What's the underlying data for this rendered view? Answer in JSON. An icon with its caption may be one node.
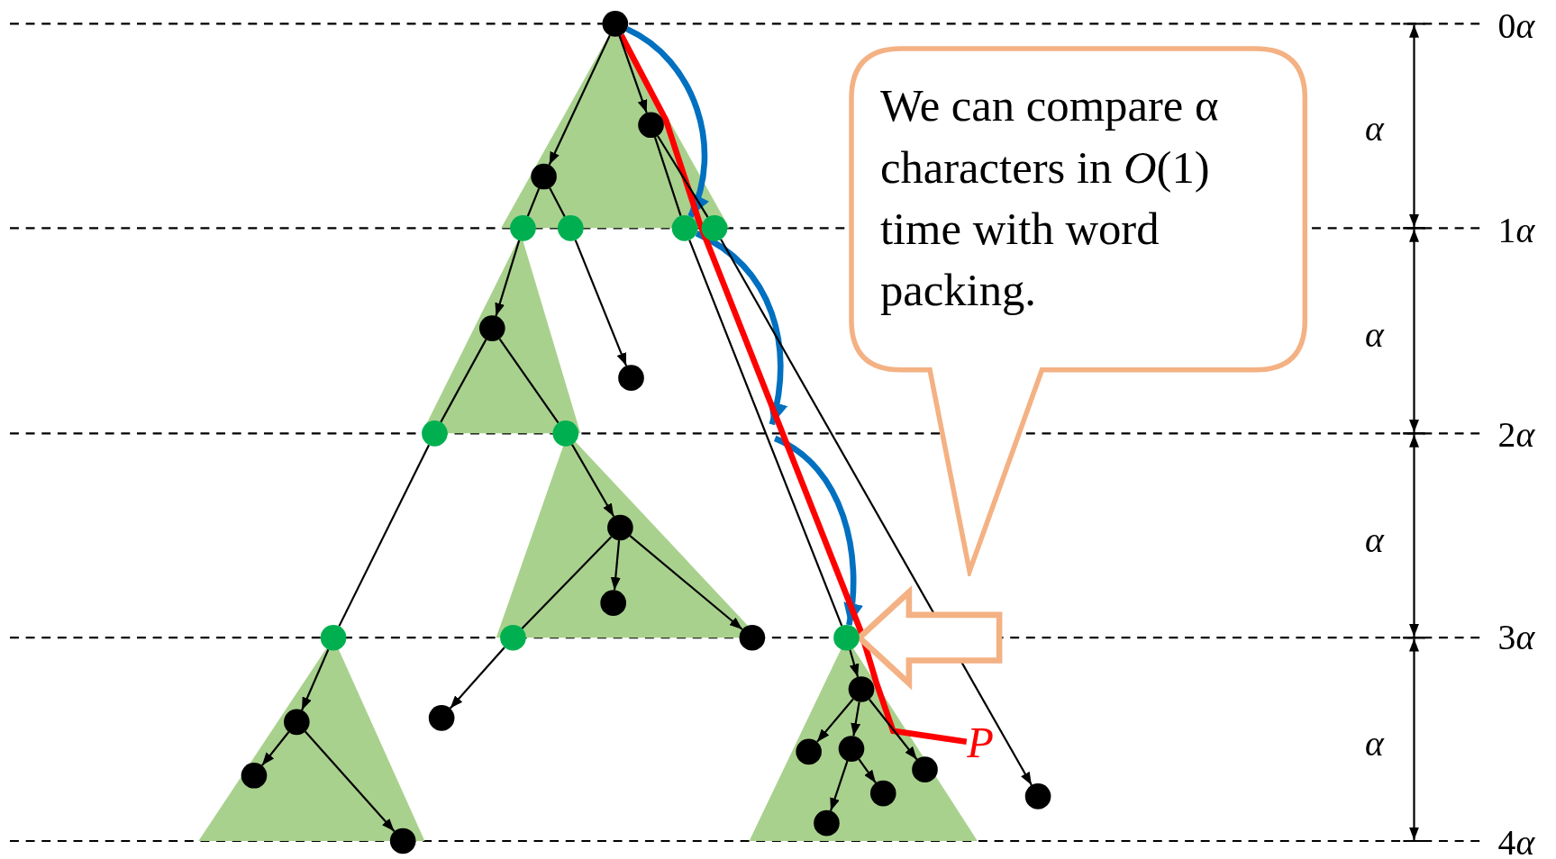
{
  "diagram": {
    "nodes": [
      {
        "text": [],
        "shape": "circle"
      },
      {
        "text": [],
        "shape": "circle"
      },
      {
        "text": [],
        "shape": "circle"
      },
      {
        "text": [],
        "shape": "circle"
      },
      {
        "text": [],
        "shape": "circle"
      },
      {
        "text": [],
        "shape": "circle"
      },
      {
        "text": [],
        "shape": "circle"
      },
      {
        "text": [],
        "shape": "circle"
      },
      {
        "text": [],
        "shape": "circle"
      },
      {
        "text": [],
        "shape": "circle"
      },
      {
        "text": [],
        "shape": "circle"
      },
      {
        "text": [],
        "shape": "circle"
      },
      {
        "text": [],
        "shape": "circle"
      },
      {
        "text": [],
        "shape": "circle"
      },
      {
        "text": [],
        "shape": "circle"
      },
      {
        "text": [],
        "shape": "circle"
      },
      {
        "text": [],
        "shape": "circle"
      },
      {
        "text": [],
        "shape": "circle"
      },
      {
        "text": [],
        "shape": "circle"
      },
      {
        "text": [],
        "shape": "circle"
      },
      {
        "text": [],
        "shape": "circle"
      },
      {
        "text": [],
        "shape": "circle"
      },
      {
        "text": [],
        "shape": "circle"
      },
      {
        "text": [],
        "shape": "circle"
      },
      {
        "text": [],
        "shape": "circle"
      },
      {
        "text": [],
        "shape": "circle"
      },
      {
        "text": [],
        "shape": "circle"
      },
      {
        "text": [],
        "shape": "circle"
      },
      {
        "text": [
          "We can compare α characters in *O*(1) time with word packing."
        ]
      },
      {
        "text": [
          "P"
        ]
      }
    ],
    "edges": [
      {
        "from": 0,
        "to": 1,
        "arrow": "to"
      },
      {
        "from": 0,
        "to": 2,
        "arrow": "to"
      },
      {
        "from": 1,
        "to": 5,
        "arrow": "none"
      },
      {
        "from": 1,
        "to": 6,
        "arrow": "none"
      },
      {
        "from": 2,
        "to": 3,
        "arrow": "none"
      },
      {
        "from": 2,
        "to": 4,
        "arrow": "none"
      },
      {
        "from": 3,
        "to": 7,
        "arrow": "to"
      },
      {
        "from": 4,
        "to": 8,
        "arrow": "to"
      },
      {
        "from": 7,
        "to": 9,
        "arrow": "none"
      },
      {
        "from": 7,
        "to": 10,
        "arrow": "none"
      },
      {
        "from": 9,
        "to": 13,
        "arrow": "none"
      },
      {
        "from": 10,
        "to": 11,
        "arrow": "to"
      },
      {
        "from": 11,
        "to": 12,
        "arrow": "to"
      },
      {
        "from": 11,
        "to": 14,
        "arrow": "none"
      },
      {
        "from": 11,
        "to": 15,
        "arrow": "to"
      },
      {
        "from": 14,
        "to": 18,
        "arrow": "to"
      },
      {
        "from": 13,
        "to": 19,
        "arrow": "to"
      },
      {
        "from": 19,
        "to": 20,
        "arrow": "to"
      },
      {
        "from": 19,
        "to": 27,
        "arrow": "to"
      },
      {
        "from": 5,
        "to": 16,
        "arrow": "none"
      },
      {
        "from": 16,
        "to": 17,
        "arrow": "to"
      },
      {
        "from": 17,
        "to": 21,
        "arrow": "to"
      },
      {
        "from": 17,
        "to": 22,
        "arrow": "to"
      },
      {
        "from": 17,
        "to": 23,
        "arrow": "to"
      },
      {
        "from": 22,
        "to": 26,
        "arrow": "to"
      },
      {
        "from": 22,
        "to": 24,
        "arrow": "to"
      },
      {
        "from": 6,
        "to": 25,
        "arrow": "to"
      },
      {
        "from": 0,
        "to": 5,
        "arrow": "to",
        "style": "thick",
        "color": "#0070c0"
      },
      {
        "from": 5,
        "to": null,
        "arrow": "to",
        "style": "thick",
        "color": "#0070c0"
      },
      {
        "from": null,
        "to": 16,
        "arrow": "to",
        "style": "thick",
        "color": "#0070c0"
      },
      {
        "from": 0,
        "to": 29,
        "arrow": "none",
        "style": "thick",
        "color": "#ff0000"
      },
      {
        "from": null,
        "to": 16,
        "arrow": "to",
        "style": "thick",
        "color": "#f4b183"
      }
    ],
    "labels": [
      "0α",
      "α",
      "1α",
      "α",
      "2α",
      "α",
      "3α",
      "α",
      "4α"
    ]
  }
}
